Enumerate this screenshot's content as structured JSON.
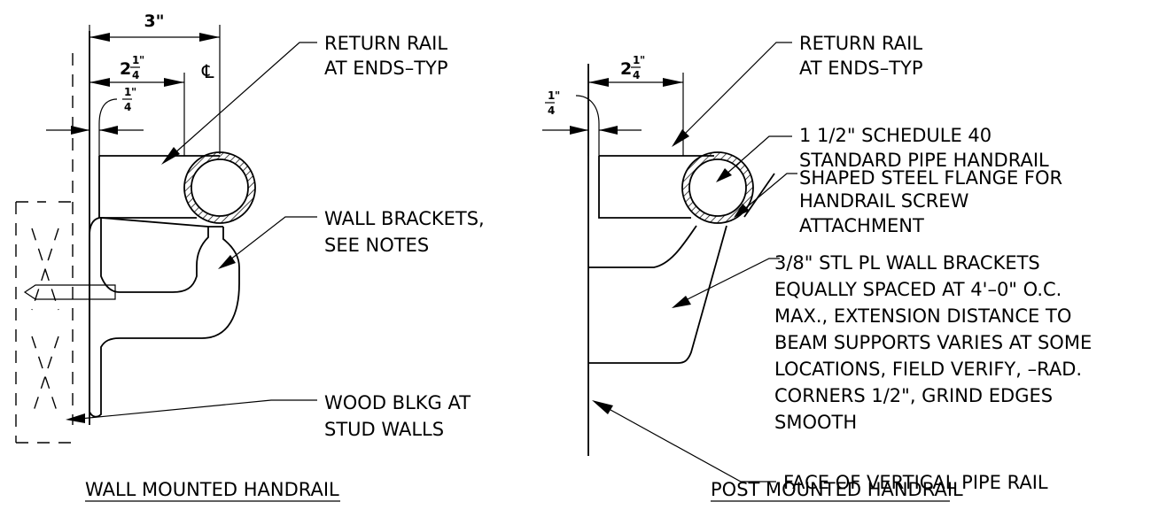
{
  "wall_detail": {
    "dim_overall": "3\"",
    "dim_two_whole": "2",
    "dim_frac_num": "1",
    "dim_frac_den": "4",
    "dim_frac_inch": "\"",
    "dim_quarter_num": "1",
    "dim_quarter_den": "4",
    "dim_quarter_inch": "\"",
    "centerline_symbol": "℄",
    "callouts": [
      {
        "lines": [
          "RETURN RAIL",
          "AT ENDS–TYP"
        ]
      },
      {
        "lines": [
          "WALL BRACKETS,",
          "SEE NOTES"
        ]
      },
      {
        "lines": [
          "WOOD BLKG AT",
          "STUD WALLS"
        ]
      }
    ],
    "title": "WALL MOUNTED HANDRAIL"
  },
  "post_detail": {
    "dim_two_whole": "2",
    "dim_frac_num": "1",
    "dim_frac_den": "4",
    "dim_frac_inch": "\"",
    "dim_quarter_num": "1",
    "dim_quarter_den": "4",
    "dim_quarter_inch": "\"",
    "callouts": [
      {
        "lines": [
          "RETURN RAIL",
          "AT ENDS–TYP"
        ]
      },
      {
        "lines": [
          "1  1/2\" SCHEDULE 40",
          "STANDARD PIPE HANDRAIL"
        ]
      },
      {
        "lines": [
          "SHAPED STEEL FLANGE FOR",
          "HANDRAIL SCREW",
          "ATTACHMENT"
        ]
      },
      {
        "lines": [
          "3/8\" STL PL WALL BRACKETS",
          "EQUALLY SPACED AT 4'–0\" O.C.",
          "MAX., EXTENSION DISTANCE TO",
          "BEAM SUPPORTS VARIES AT SOME",
          "LOCATIONS, FIELD VERIFY, –RAD.",
          "CORNERS 1/2\", GRIND EDGES",
          "SMOOTH"
        ]
      },
      {
        "lines": [
          "FACE OF VERTICAL PIPE RAIL"
        ]
      }
    ],
    "title": "POST MOUNTED HANDRAIL"
  }
}
